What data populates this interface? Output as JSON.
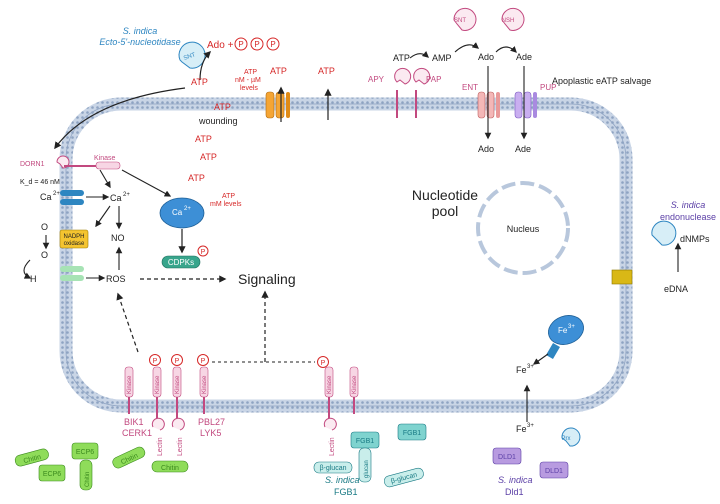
{
  "colors": {
    "membrane": "#b8c7dc",
    "membrane_dot": "#8ea3c2",
    "atp_text": "#d62828",
    "si_blue": "#2e86c1",
    "si_purple": "#5b3fa6",
    "pink_protein": "#c2497f",
    "chitin_green": "#7ccf4a",
    "fgb1_teal": "#7fd3cf",
    "dld1_purple": "#b89be0"
  },
  "top_left": {
    "organism": "S. indica",
    "enzyme": "Ecto-5'-nucleotidase",
    "snt_left": "SNT",
    "ado_text": "Ado +",
    "p": "P"
  },
  "atp_labels": {
    "atp": "ATP",
    "nm_levels_line1": "ATP",
    "nm_levels_line2": "nM - µM",
    "nm_levels_line3": "levels",
    "mm_levels_line1": "ATP",
    "mm_levels_line2": "mM levels",
    "wounding": "wounding"
  },
  "top_right": {
    "atp": "ATP",
    "amp": "AMP",
    "ado": "Ado",
    "ade": "Ade",
    "snt": "SNT",
    "nsh": "NSH",
    "apy": "APY",
    "pap": "PAP",
    "ent": "ENT",
    "pup": "PUP",
    "salvage": "Apoplastic eATP salvage",
    "ado_in": "Ado",
    "ade_in": "Ade"
  },
  "left_pathway": {
    "dorn1": "DORN1",
    "kd": "K_d = 46 nM",
    "kinase": "Kinase",
    "ca_out": "Ca",
    "ca_in": "Ca",
    "sup": "2+",
    "o2_a": "O",
    "o2_b": "O",
    "h2o2": "H",
    "nadph_1": "NADPH",
    "nadph_2": "oxidase",
    "no": "NO",
    "ros": "ROS",
    "ca_sensor": "Ca",
    "cdpks": "CDPKs",
    "p": "P"
  },
  "center": {
    "signaling": "Signaling",
    "pool_line1": "Nucleotide",
    "pool_line2": "pool",
    "nucleus": "Nucleus"
  },
  "right_side": {
    "organism": "S. indica",
    "enzyme": "endonuclease",
    "dnmps": "dNMPs",
    "edna": "eDNA",
    "fe_sensor": "Fe",
    "fe_in": "Fe",
    "fe_out": "Fe",
    "fe_sup": "3+"
  },
  "bottom_receptors": {
    "kinase": "Kinase",
    "lectin": "Lectin",
    "bik1": "BIK1",
    "cerk1": "CERK1",
    "pbl27": "PBL27",
    "lyk5": "LYK5",
    "p": "P"
  },
  "bottom_molecules": {
    "chitin": "Chitin",
    "ecp6": "ECP6",
    "fgb1": "FGB1",
    "beta_glucan": "β-glucan",
    "glucan": "glucan",
    "si_fgb1_organism": "S. indica",
    "si_fgb1_name": "FGB1",
    "dld1": "DLD1",
    "prx": "Prx",
    "si_dld1_organism": "S. indica",
    "si_dld1_name": "Dld1"
  }
}
